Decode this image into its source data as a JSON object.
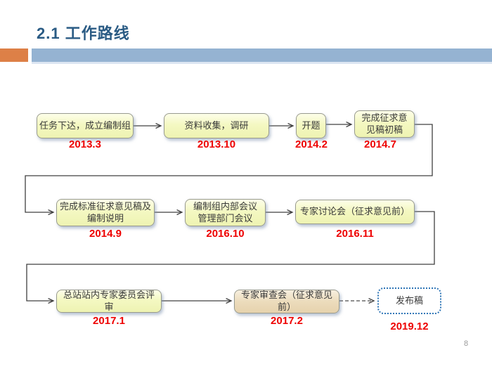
{
  "slide": {
    "title": "2.1  工作路线",
    "page_number": "8"
  },
  "colors": {
    "title_blue": "#2a5b84",
    "accent_orange": "#dd8047",
    "bar_blue": "#95b3d2",
    "box_yellow": "#f3f7bd",
    "box_tan": "#ead9bc",
    "publish_box_border_blue": "#2e75b6",
    "date_red": "#ee0000",
    "connector_gray": "#404040"
  },
  "flowchart": {
    "nodes": [
      {
        "label": "任务下达，成立编制组",
        "date": "2013.3",
        "style": "yellow"
      },
      {
        "label": "资料收集，调研",
        "date": "2013.10",
        "style": "yellow"
      },
      {
        "label": "开题",
        "date": "2014.2",
        "style": "yellow"
      },
      {
        "label": "完成征求意\n见稿初稿",
        "date": "2014.7",
        "style": "yellow"
      },
      {
        "label": "完成标准征求意见稿及\n编制说明",
        "date": "2014.9",
        "style": "yellow"
      },
      {
        "label": "编制组内部会议\n管理部门会议",
        "date": "2016.10",
        "style": "yellow"
      },
      {
        "label": "专家讨论会（征求意见前）",
        "date": "2016.11",
        "style": "yellow"
      },
      {
        "label": "总站站内专家委员会评审",
        "date": "2017.1",
        "style": "yellow"
      },
      {
        "label": "专家审查会（征求意见前）",
        "date": "2017.2",
        "style": "tan"
      },
      {
        "label": "发布稿",
        "date": "2019.12",
        "style": "dotted-blue"
      }
    ]
  }
}
